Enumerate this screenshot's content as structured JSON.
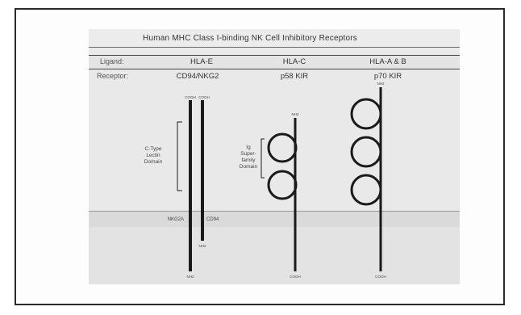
{
  "title": "Human MHC Class I-binding NK Cell Inhibitory Receptors",
  "ligand_row": {
    "label": "Ligand:",
    "columns": [
      "HLA-E",
      "HLA-C",
      "HLA-A & B"
    ]
  },
  "receptor_row": {
    "label": "Receptor:",
    "columns": [
      "CD94/NKG2",
      "p58 KIR",
      "p70 KIR"
    ]
  },
  "annotations": {
    "ctype_lectin": [
      "C-Type",
      "Lectin",
      "Domain"
    ],
    "ig_superfamily": [
      "Ig",
      "Super-",
      "family",
      "Domain"
    ],
    "nkg2a": "NKG2A",
    "cd94": "CD94",
    "cooh": "COOH",
    "nh2": "NH2"
  },
  "colors": {
    "line": "#1a1a1a",
    "background": "#e9e9e9"
  }
}
